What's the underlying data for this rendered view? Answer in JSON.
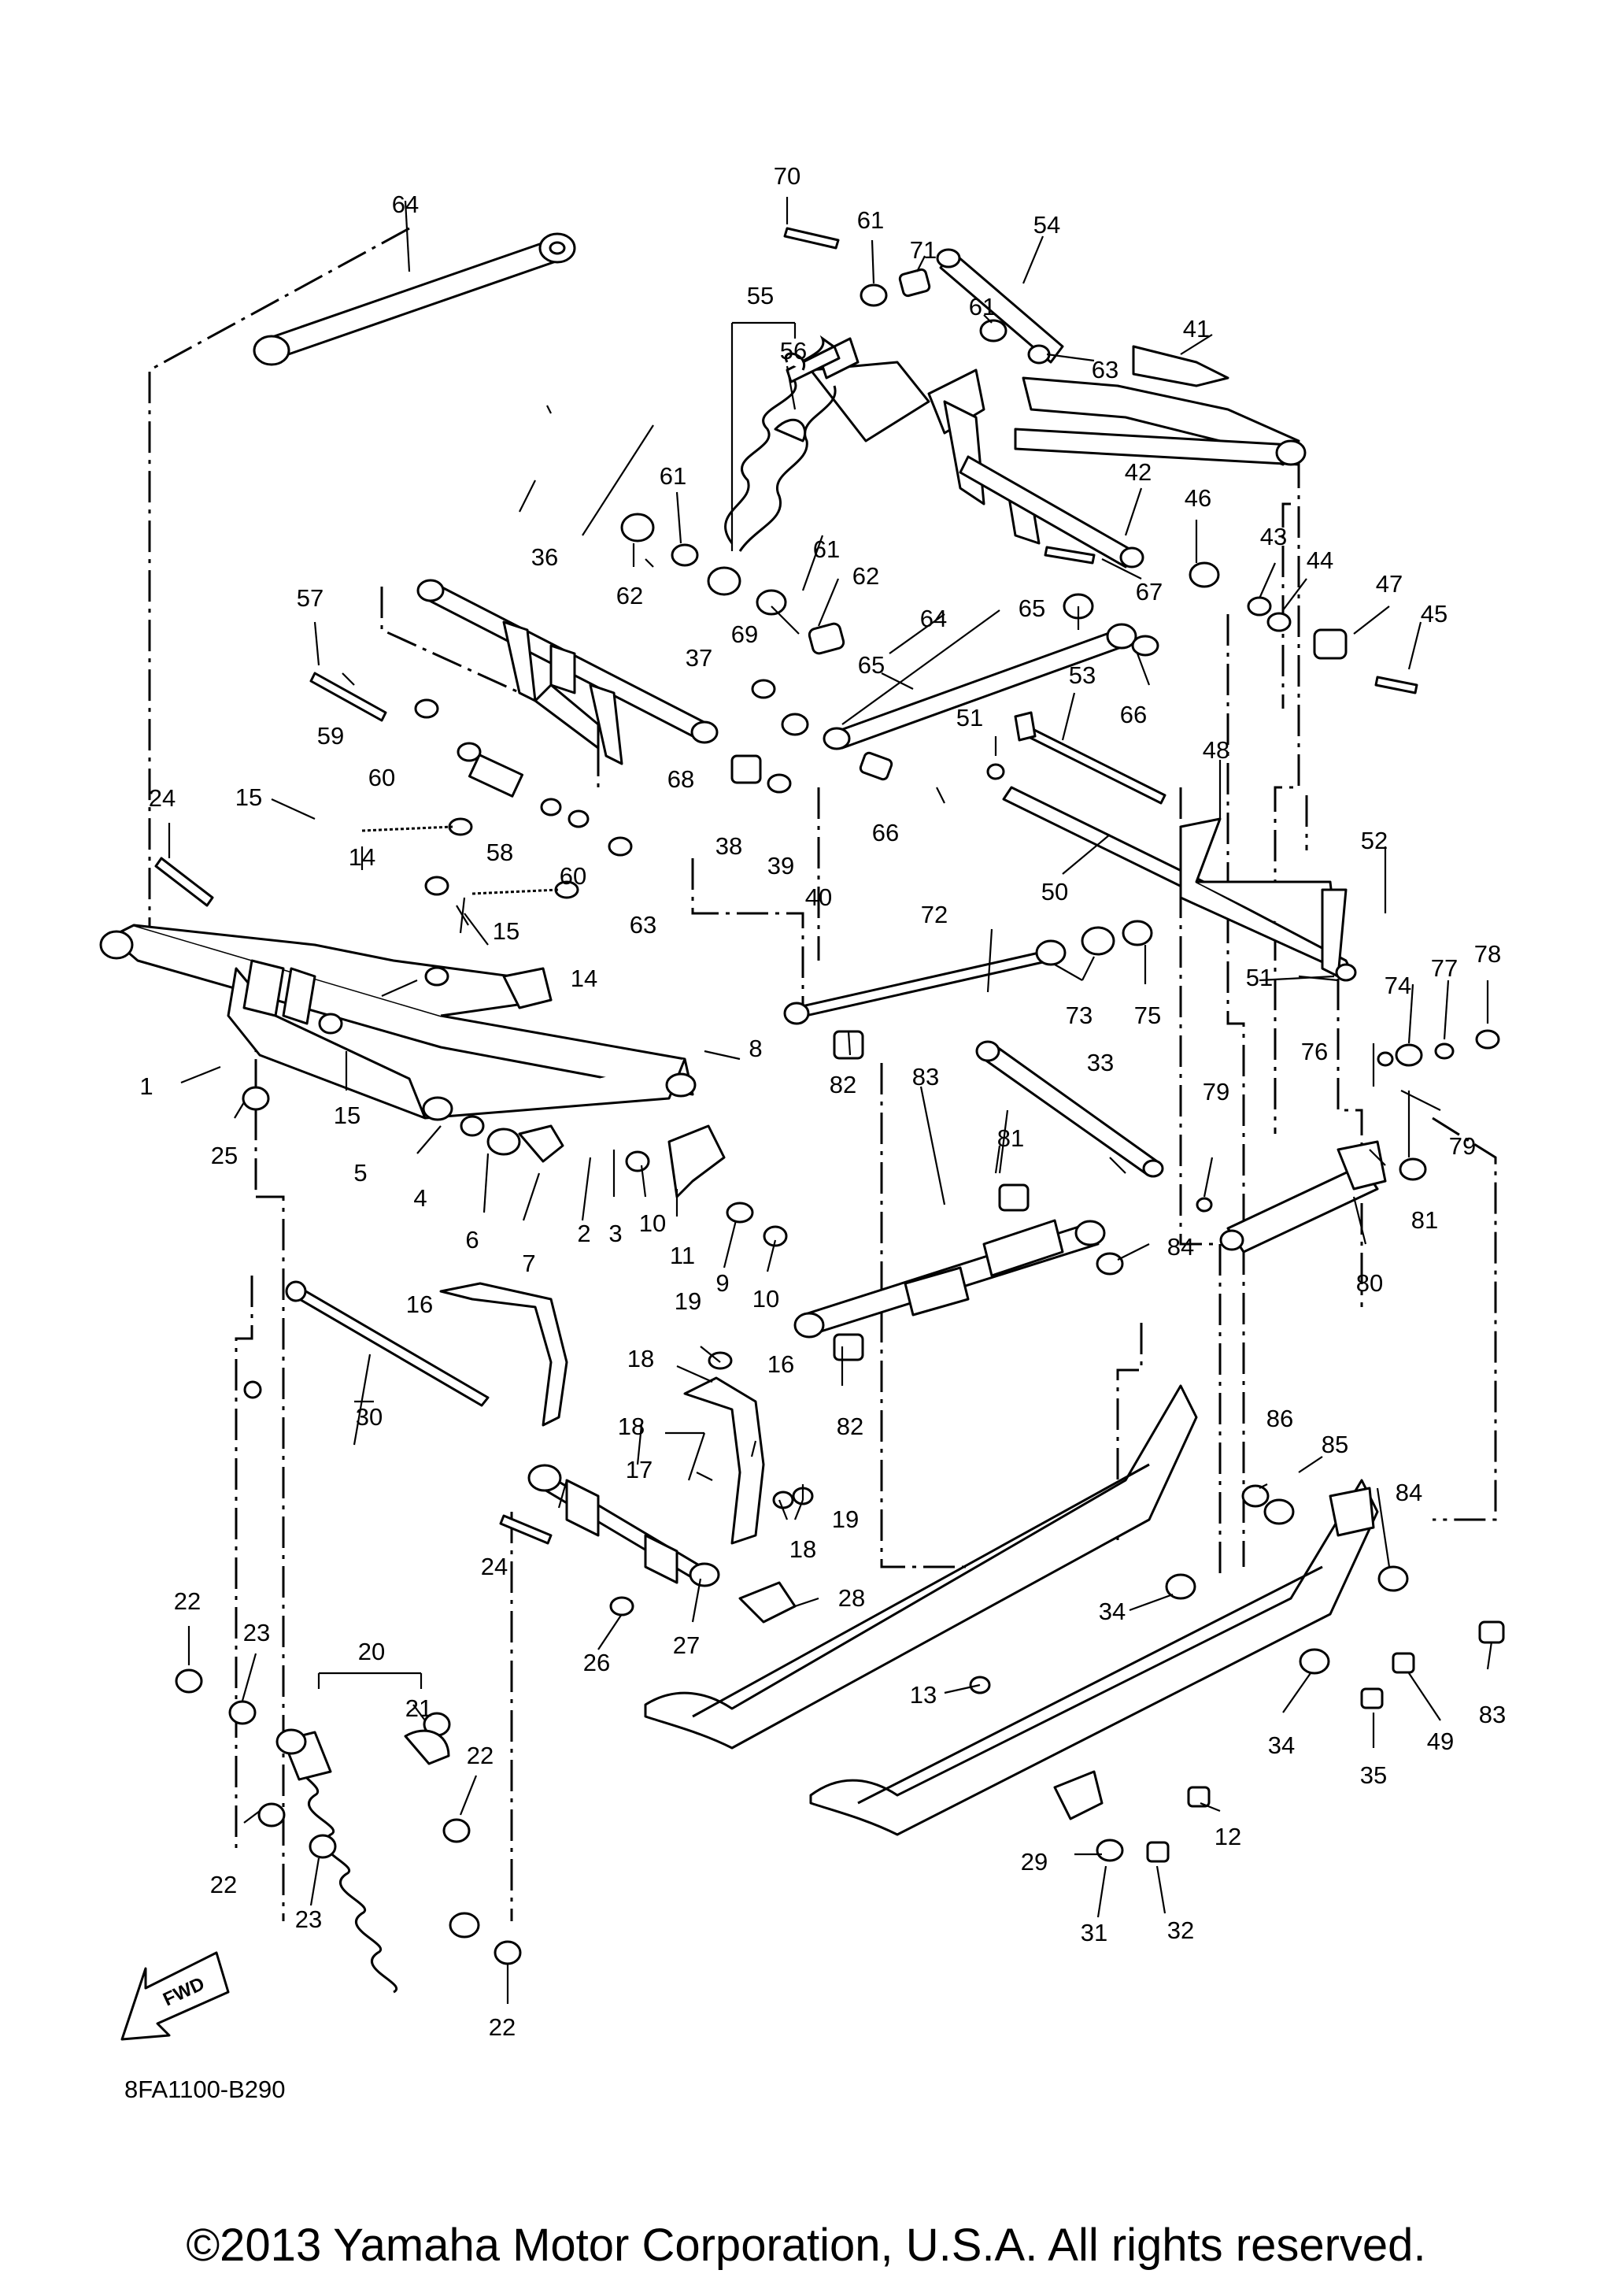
{
  "diagram": {
    "drawing_code": "8FA1100-B290",
    "copyright": "©2013 Yamaha Motor Corporation, U.S.A. All rights reserved.",
    "fwd_label": "FWD",
    "callouts": [
      "1",
      "2",
      "3",
      "4",
      "5",
      "6",
      "7",
      "8",
      "9",
      "10",
      "10",
      "11",
      "12",
      "13",
      "14",
      "14",
      "15",
      "15",
      "15",
      "16",
      "16",
      "17",
      "18",
      "18",
      "18",
      "19",
      "19",
      "20",
      "21",
      "22",
      "22",
      "22",
      "22",
      "23",
      "23",
      "24",
      "24",
      "25",
      "26",
      "27",
      "28",
      "29",
      "30",
      "31",
      "32",
      "33",
      "34",
      "34",
      "35",
      "36",
      "37",
      "38",
      "39",
      "40",
      "41",
      "42",
      "43",
      "44",
      "45",
      "46",
      "47",
      "48",
      "49",
      "50",
      "51",
      "51",
      "52",
      "53",
      "54",
      "55",
      "56",
      "57",
      "58",
      "59",
      "60",
      "60",
      "61",
      "61",
      "61",
      "61",
      "62",
      "62",
      "63",
      "63",
      "64",
      "64",
      "65",
      "65",
      "66",
      "66",
      "67",
      "68",
      "69",
      "70",
      "71",
      "72",
      "73",
      "74",
      "75",
      "76",
      "77",
      "78",
      "79",
      "79",
      "80",
      "81",
      "81",
      "82",
      "82",
      "83",
      "83",
      "84",
      "84",
      "85",
      "86"
    ]
  }
}
